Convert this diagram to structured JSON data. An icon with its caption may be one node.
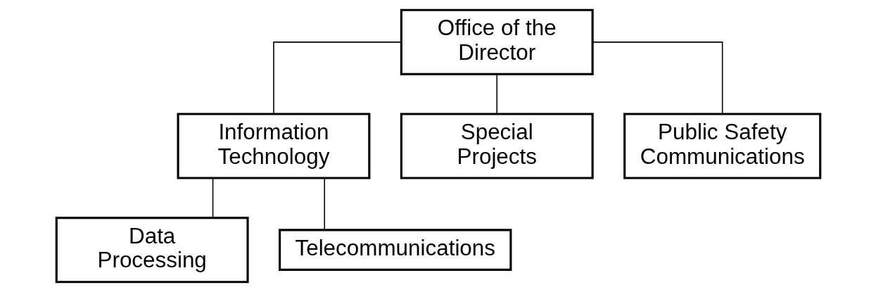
{
  "diagram": {
    "nodes": [
      {
        "text": [
          "Office of the Director"
        ]
      },
      {
        "text": [
          "Information Technology"
        ]
      },
      {
        "text": [
          "Special Projects"
        ]
      },
      {
        "text": [
          "Public Safety Communications"
        ]
      },
      {
        "text": [
          "Data Processing"
        ]
      },
      {
        "text": [
          "Telecommunications"
        ]
      }
    ],
    "edges": [
      {
        "from": 0,
        "to": 1,
        "arrow": "none"
      },
      {
        "from": 0,
        "to": 2,
        "arrow": "none"
      },
      {
        "from": 0,
        "to": 3,
        "arrow": "none"
      },
      {
        "from": 1,
        "to": 4,
        "arrow": "none"
      },
      {
        "from": 1,
        "to": 5,
        "arrow": "none"
      }
    ]
  }
}
